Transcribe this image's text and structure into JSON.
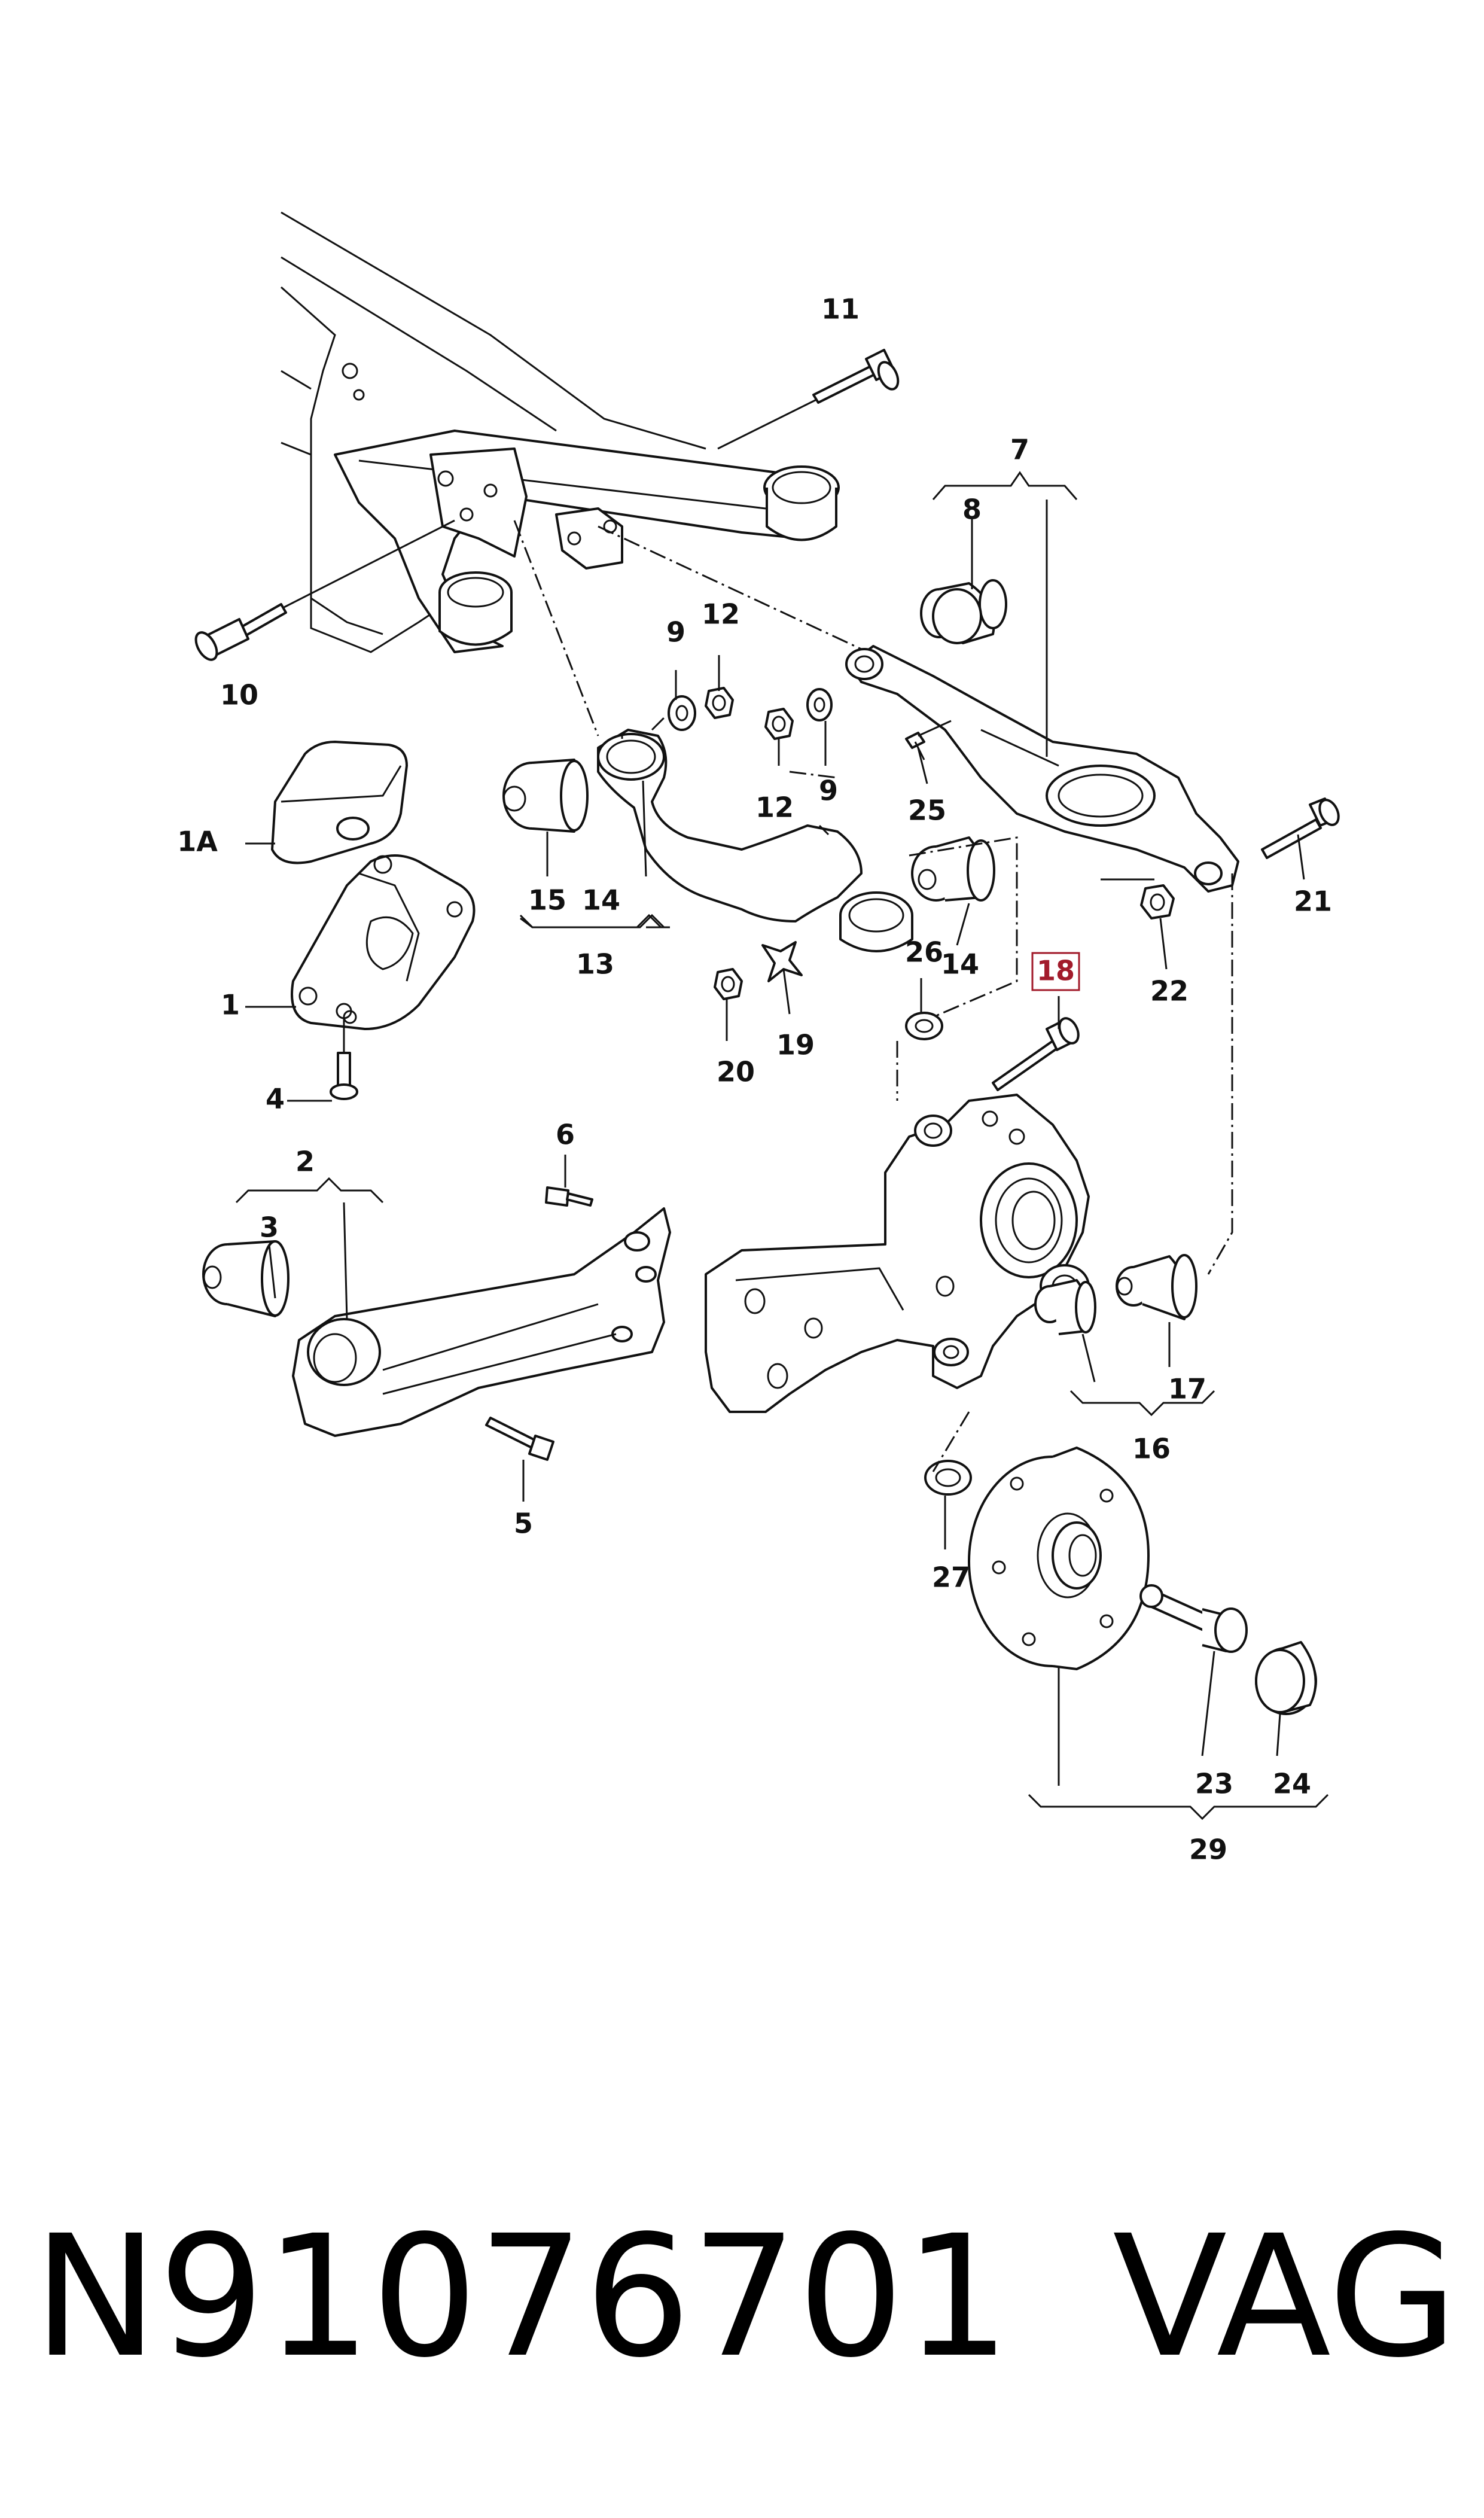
{
  "callouts": {
    "c1": "1",
    "c1A": "1A",
    "c2": "2",
    "c3": "3",
    "c4": "4",
    "c5": "5",
    "c6": "6",
    "c7": "7",
    "c8": "8",
    "c9a": "9",
    "c9b": "9",
    "c10": "10",
    "c11": "11",
    "c12a": "12",
    "c12b": "12",
    "c13": "13",
    "c14a": "14",
    "c14b": "14",
    "c15": "15",
    "c16": "16",
    "c17": "17",
    "c18": "18",
    "c19": "19",
    "c20": "20",
    "c21": "21",
    "c22": "22",
    "c23": "23",
    "c24": "24",
    "c25": "25",
    "c26": "26",
    "c27": "27",
    "c29": "29"
  },
  "highlight_color": "#a21b2b",
  "footer": {
    "part_number": "N91076701",
    "brand": "VAG"
  }
}
